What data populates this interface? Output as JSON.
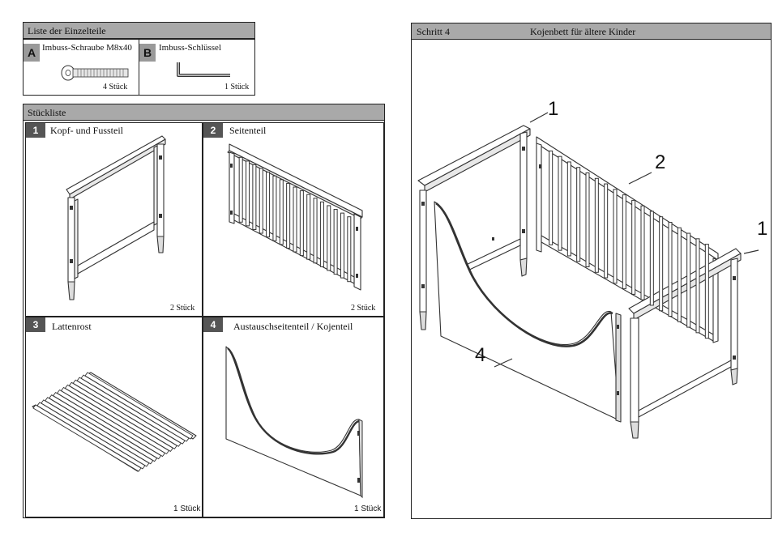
{
  "parts_list": {
    "title": "Liste der Einzelteile",
    "items": [
      {
        "letter": "A",
        "name": "Imbuss-Schraube M8x40",
        "count": "4 Stück"
      },
      {
        "letter": "B",
        "name": "Imbuss-Schlüssel",
        "count": "1 Stück"
      }
    ]
  },
  "piece_list": {
    "title": "Stückliste",
    "items": [
      {
        "num": "1",
        "name": "Kopf- und Fussteil",
        "count": "2 Stück"
      },
      {
        "num": "2",
        "name": "Seitenteil",
        "count": "2 Stück"
      },
      {
        "num": "3",
        "name": "Lattenrost",
        "count": "1 Stück"
      },
      {
        "num": "4",
        "name": "Austauschseitenteil / Kojenteil",
        "count": "1 Stück"
      }
    ]
  },
  "step": {
    "label": "Schritt 4",
    "title": "Kojenbett für ältere Kinder",
    "callouts": [
      "1",
      "2",
      "1",
      "4"
    ]
  }
}
